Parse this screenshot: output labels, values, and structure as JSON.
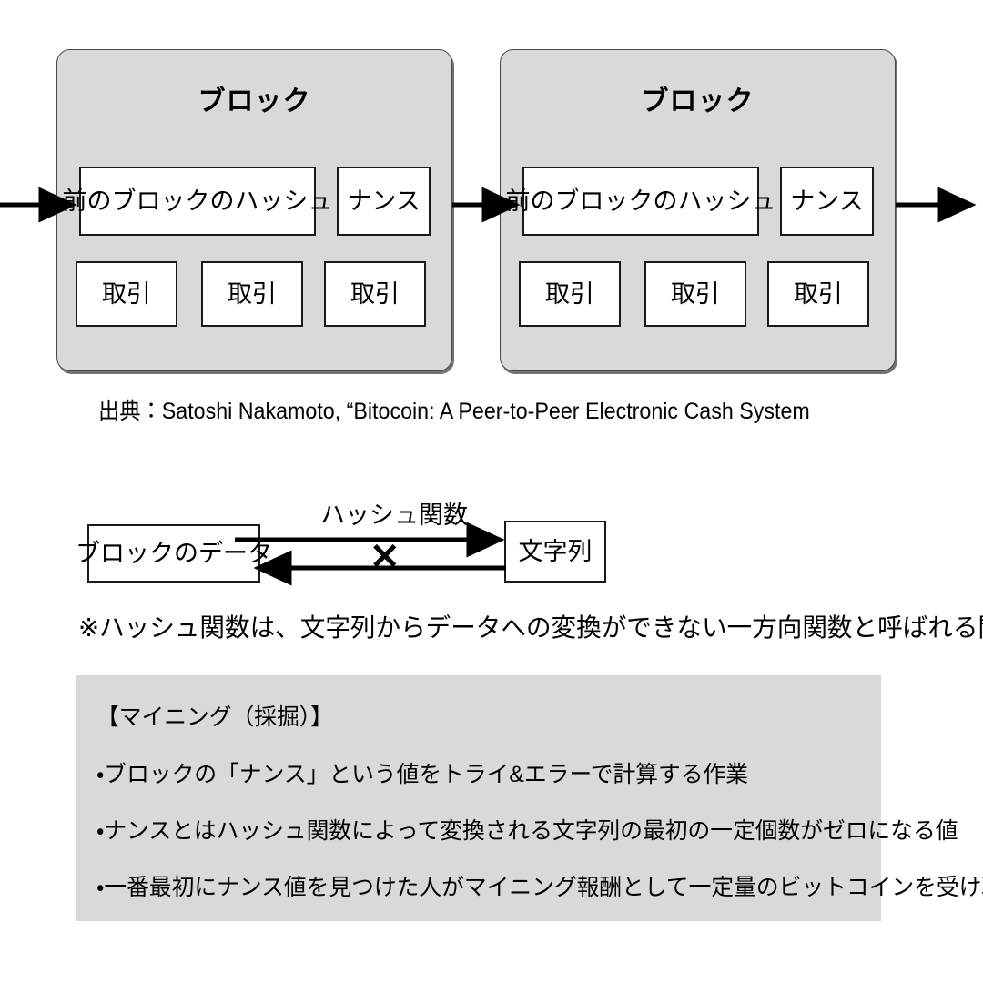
{
  "blocks": [
    {
      "title": "ブロック",
      "hash_label": "前のブロックのハッシュ",
      "nonce_label": "ナンス",
      "transactions": [
        "取引",
        "取引",
        "取引"
      ]
    },
    {
      "title": "ブロック",
      "hash_label": "前のブロックのハッシュ",
      "nonce_label": "ナンス",
      "transactions": [
        "取引",
        "取引",
        "取引"
      ]
    }
  ],
  "caption": "出典：Satoshi Nakamoto, “Bitocoin: A Peer-to-Peer Electronic Cash System",
  "hash_function": {
    "data_box": "ブロックのデータ",
    "string_box": "文字列",
    "forward_label": "ハッシュ関数",
    "blocked_mark": "✕"
  },
  "note": "※ハッシュ関数は、文字列からデータへの変換ができない一方向関数と呼ばれる関数",
  "mining": {
    "heading": "【マイニング（採掘）】",
    "bullets": [
      "・ブロックの「ナンス」という値をトライ&エラーで計算する作業",
      "・ナンスとはハッシュ関数によって変換される文字列の最初の一定個数がゼロになる値",
      "・一番最初にナンス値を見つけた人がマイニング報酬として一定量のビットコインを受け取る"
    ]
  },
  "colors": {
    "block_fill": "#d9d9d9",
    "panel_fill": "#d9d9d9",
    "box_fill": "#ffffff",
    "stroke": "#1a1a1a",
    "block_stroke": "#4a4a4a",
    "background": "#ffffff"
  }
}
